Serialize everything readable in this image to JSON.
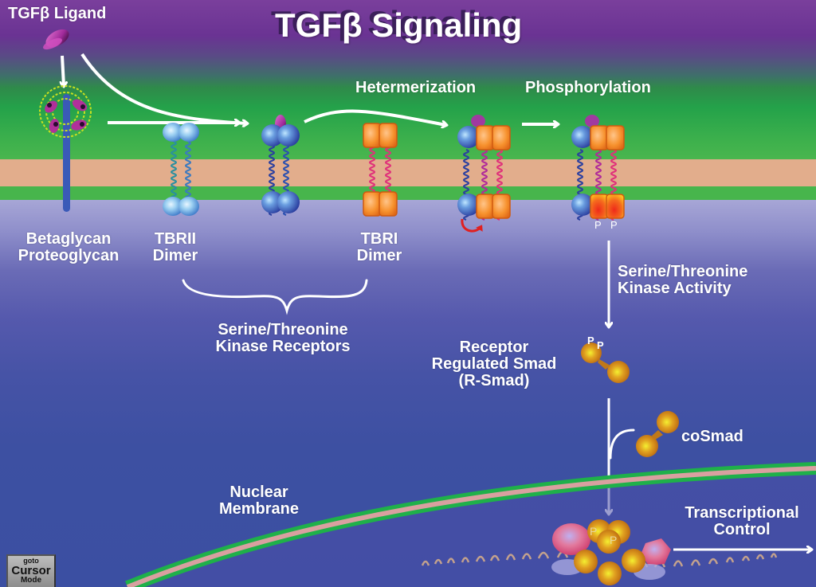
{
  "title": "TGFβ Signaling",
  "labels": {
    "ligand": "TGFβ Ligand",
    "heteromerization": "Hetermerization",
    "phosphorylation": "Phosphorylation",
    "betaglycan": [
      "Betaglycan",
      "Proteoglycan"
    ],
    "tbrii": [
      "TBRII",
      "Dimer"
    ],
    "tbri": [
      "TBRI",
      "Dimer"
    ],
    "kinase_receptors": [
      "Serine/Threonine",
      "Kinase Receptors"
    ],
    "kinase_activity": [
      "Serine/Threonine",
      "Kinase Activity"
    ],
    "rsmad": [
      "Receptor",
      "Regulated Smad",
      "(R-Smad)"
    ],
    "cosmad": "coSmad",
    "nuclear_membrane": [
      "Nuclear",
      "Membrane"
    ],
    "transcriptional": [
      "Transcriptional",
      "Control"
    ],
    "phospho_mark": "P"
  },
  "cursor_button": {
    "line1": "goto",
    "line2": "Cursor",
    "line3": "Mode"
  },
  "colors": {
    "receptor_ii": "#3a5fc0",
    "receptor_i": "#f08a2a",
    "tbri_helix": "#e0307a",
    "tbrii_helix": "#2a6fb0",
    "smad": "#d8a020",
    "ligand": "#a03aa0",
    "membrane_green": "#20b048",
    "membrane_tan": "#e2ad8c",
    "arrow": "#ffffff",
    "rotation_arrow": "#e02020"
  }
}
